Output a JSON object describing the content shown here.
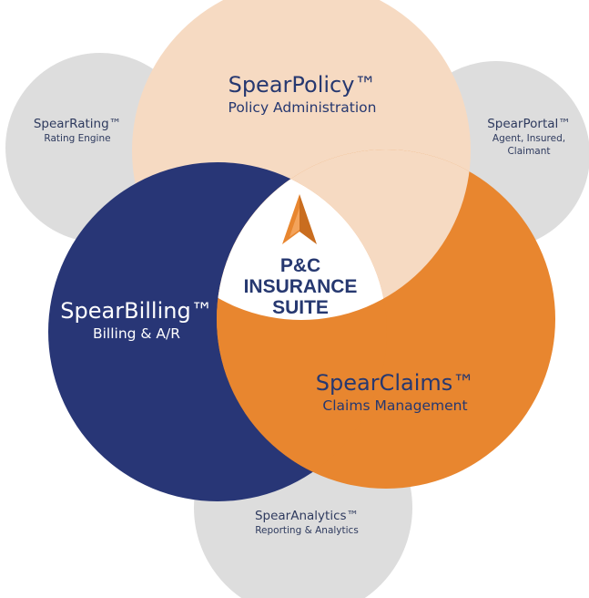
{
  "colors": {
    "gray": "#dddddd",
    "policy": "#f6dac2",
    "billing": "#283676",
    "claims": "#e8862f",
    "text_dark": "#263870",
    "text_gray": "#2e3a5e",
    "text_light": "#ffffff"
  },
  "modules": {
    "rating": {
      "title": "SpearRating™",
      "subtitle": "Rating Engine"
    },
    "policy": {
      "title": "SpearPolicy™",
      "subtitle": "Policy Administration"
    },
    "portal": {
      "title": "SpearPortal™",
      "subtitle_line1": "Agent, Insured,",
      "subtitle_line2": "Claimant"
    },
    "billing": {
      "title": "SpearBilling™",
      "subtitle": "Billing & A/R"
    },
    "claims": {
      "title": "SpearClaims™",
      "subtitle": "Claims Management"
    },
    "analytics": {
      "title": "SpearAnalytics™",
      "subtitle": "Reporting & Analytics"
    }
  },
  "center": {
    "line1": "P&C",
    "line2": "INSURANCE",
    "line3": "SUITE",
    "logo": "spear-arrow-icon"
  }
}
